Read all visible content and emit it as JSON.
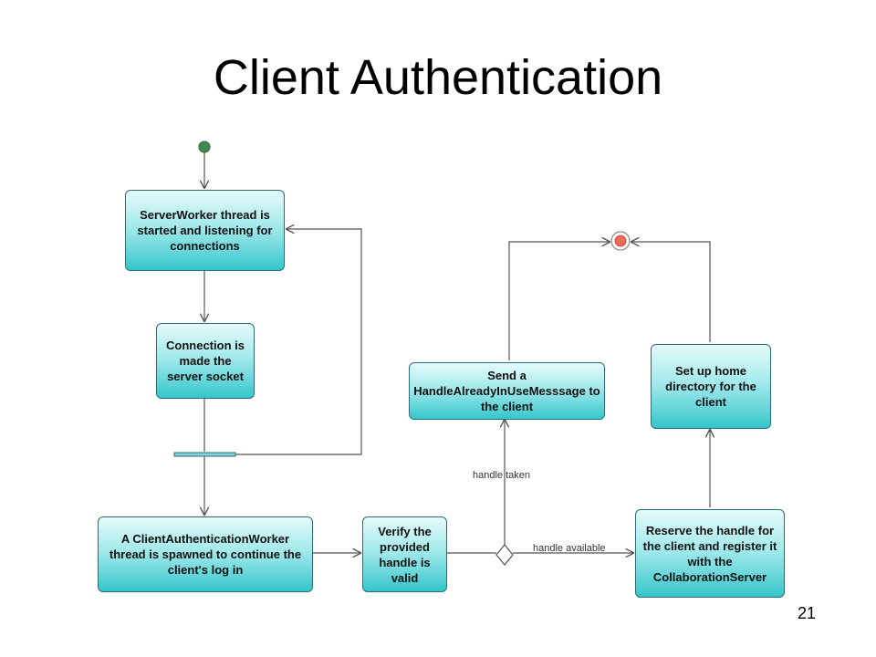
{
  "title": "Client Authentication",
  "page_number": "21",
  "nodes": {
    "server_worker": "ServerWorker thread is started and listening for connections",
    "connection_made": "Connection is made the server socket",
    "client_auth_worker": "A ClientAuthenticationWorker thread is spawned to continue the client's log in",
    "verify_handle": "Verify the provided handle is valid",
    "send_message": "Send a HandleAlreadyInUseMesssage to the client",
    "reserve_handle": "Reserve the handle for the client and register it with the CollaborationServer",
    "home_directory": "Set up home directory for the client"
  },
  "edge_labels": {
    "handle_taken": "handle taken",
    "handle_available": "handle available"
  },
  "colors": {
    "start_node": "#3f8a4f",
    "end_node": "#f06a5a",
    "node_fill": "#9fe8ea",
    "line": "#555555"
  }
}
